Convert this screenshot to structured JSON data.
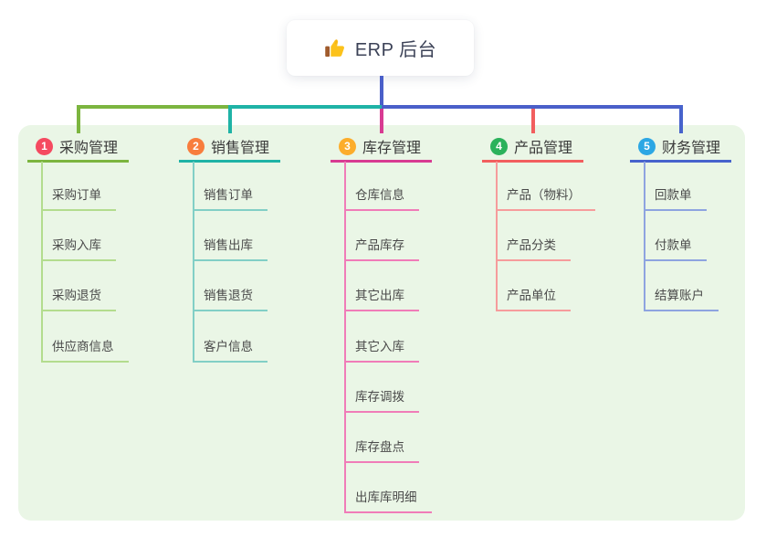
{
  "root": {
    "title": "ERP 后台",
    "icon": "thumbs-up-icon"
  },
  "colors": {
    "connector": "#4A5FC9",
    "panel_bg": "#EAF6E6",
    "root_text": "#3C4257",
    "branch_title_text": "#3A3A3A",
    "child_text": "#4A4A4A"
  },
  "branches": [
    {
      "number": "1",
      "label": "采购管理",
      "color": "#7CB53F",
      "light_color": "#B3DC8E",
      "badge_color": "#F54A60",
      "children": [
        "采购订单",
        "采购入库",
        "采购退货",
        "供应商信息"
      ]
    },
    {
      "number": "2",
      "label": "销售管理",
      "color": "#1FB3A6",
      "light_color": "#82CFC6",
      "badge_color": "#F87D3D",
      "children": [
        "销售订单",
        "销售出库",
        "销售退货",
        "客户信息"
      ]
    },
    {
      "number": "3",
      "label": "库存管理",
      "color": "#D83B92",
      "light_color": "#F07CB8",
      "badge_color": "#FCAD2B",
      "children": [
        "仓库信息",
        "产品库存",
        "其它出库",
        "其它入库",
        "库存调拨",
        "库存盘点",
        "出库库明细"
      ]
    },
    {
      "number": "4",
      "label": "产品管理",
      "color": "#F25E5E",
      "light_color": "#F69C9C",
      "badge_color": "#2BB25B",
      "children": [
        "产品（物料）",
        "产品分类",
        "产品单位"
      ]
    },
    {
      "number": "5",
      "label": "财务管理",
      "color": "#4763CC",
      "light_color": "#8EA4E0",
      "badge_color": "#2CA7E4",
      "children": [
        "回款单",
        "付款单",
        "结算账户"
      ]
    }
  ]
}
